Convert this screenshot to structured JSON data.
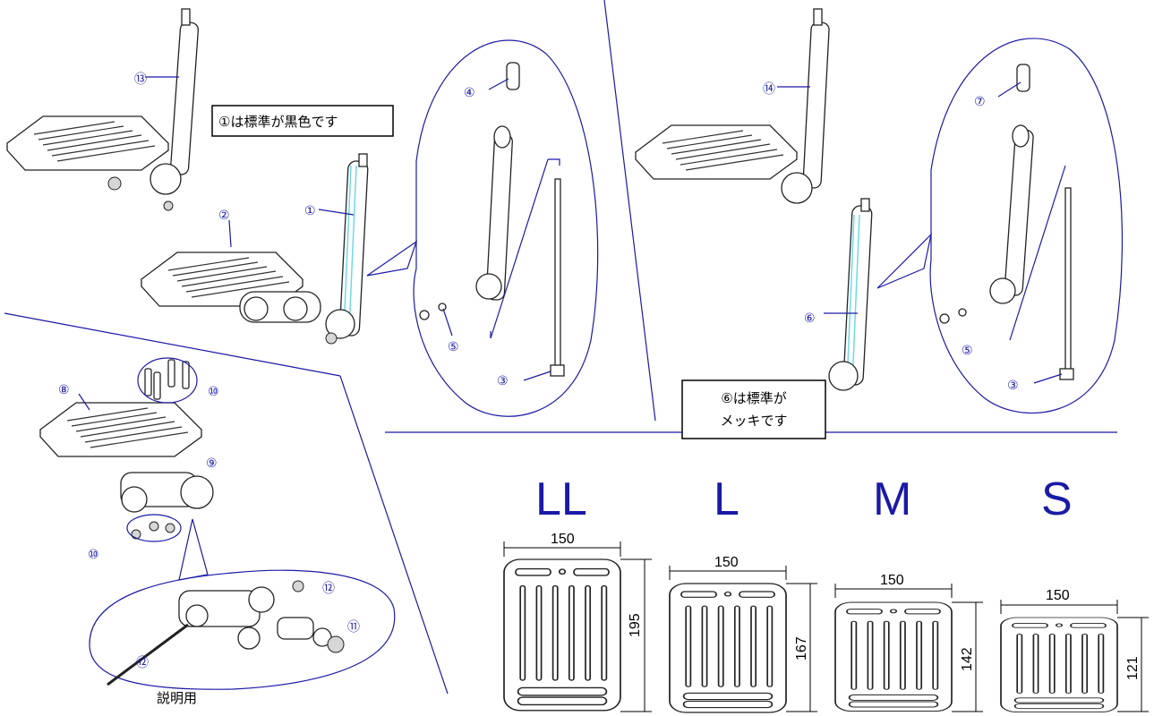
{
  "notes": {
    "note1": "①は標準が黒色です",
    "note6_line1": "⑥は標準が",
    "note6_line2": "メッキです",
    "explain": "説明用"
  },
  "callouts": {
    "c1": "①",
    "c2": "②",
    "c3": "③",
    "c3b": "③",
    "c4": "④",
    "c5": "⑤",
    "c5b": "⑤",
    "c6": "⑥",
    "c7": "⑦",
    "c8": "⑧",
    "c9": "⑨",
    "c10a": "⑩",
    "c10b": "⑩",
    "c11": "⑪",
    "c12a": "⑫",
    "c12b": "⑫",
    "c13": "⑬",
    "c14": "⑭"
  },
  "sizes": {
    "ll": {
      "label": "LL",
      "width": "150",
      "height": "195"
    },
    "l": {
      "label": "L",
      "width": "150",
      "height": "167"
    },
    "m": {
      "label": "M",
      "width": "150",
      "height": "142"
    },
    "s": {
      "label": "S",
      "width": "150",
      "height": "121"
    }
  },
  "colors": {
    "line": "#1a1aa6",
    "part": "#222222",
    "highlight": "#6fd8e8"
  }
}
